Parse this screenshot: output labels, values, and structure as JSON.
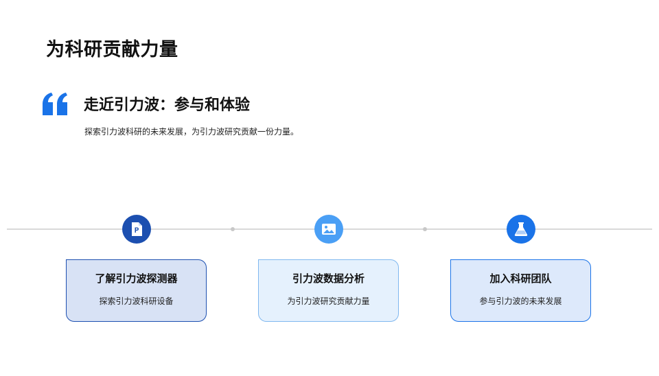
{
  "page": {
    "title": "为科研贡献力量"
  },
  "section": {
    "quote_icon": "quote-icon",
    "title": "走近引力波：参与和体验",
    "description": "探索引力波科研的未来发展，为引力波研究贡献一份力量。"
  },
  "colors": {
    "accent_blue": "#1a73e8",
    "dark_blue": "#1c4fb0",
    "light_blue": "#4a9ff5"
  },
  "steps": [
    {
      "icon": "document-icon",
      "title": "了解引力波探测器",
      "description": "探索引力波科研设备"
    },
    {
      "icon": "image-icon",
      "title": "引力波数据分析",
      "description": "为引力波研究贡献力量"
    },
    {
      "icon": "flask-icon",
      "title": "加入科研团队",
      "description": "参与引力波的未来发展"
    }
  ]
}
